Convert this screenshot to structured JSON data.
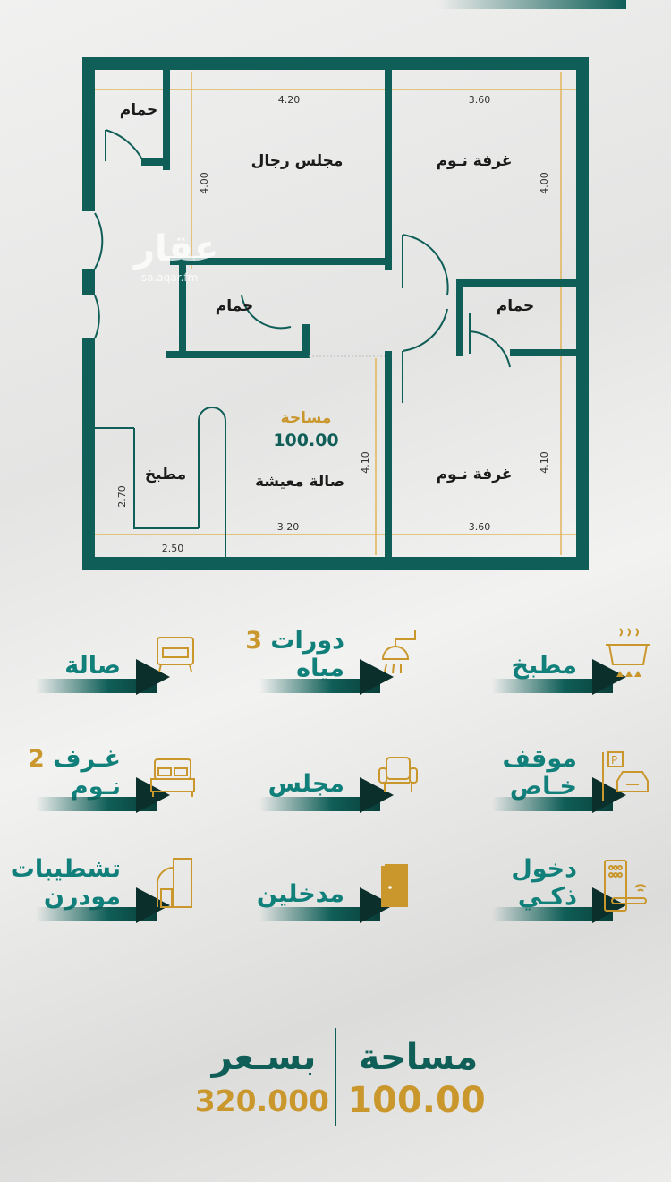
{
  "colors": {
    "wall": "#0f5e57",
    "accent_gold": "#c9972c",
    "text_teal": "#11807a"
  },
  "watermark": {
    "logo": "عقار",
    "site": "sa.aqar.fm"
  },
  "floor_plan": {
    "rooms": {
      "bath_top_left": "حمام",
      "majlis": "مجلس رجال",
      "bedroom_top": "غرفة نـوم",
      "bath_middle": "حمام",
      "bath_right": "حمام",
      "kitchen": "مطبخ",
      "living": "صالة معيشة",
      "bedroom_bottom": "غرفة نـوم"
    },
    "dimensions": {
      "majlis_width": "4.20",
      "majlis_height": "4.00",
      "bedroom_top_width": "3.60",
      "bedroom_top_height": "4.00",
      "living_width": "3.20",
      "living_height": "4.10",
      "bedroom_bottom_width": "3.60",
      "bedroom_bottom_height": "4.10",
      "kitchen_width": "2.50",
      "kitchen_height": "2.70"
    },
    "area_label": "مساحة",
    "area_value": "100.00"
  },
  "features": [
    {
      "icon": "sofa-icon",
      "line1": "صالة",
      "line2": "",
      "num": ""
    },
    {
      "icon": "shower-icon",
      "line1": "دورات",
      "line2": "مياه",
      "num": "3"
    },
    {
      "icon": "cooking-pot-icon",
      "line1": "مطبخ",
      "line2": "",
      "num": ""
    },
    {
      "icon": "bed-icon",
      "line1": "غـرف",
      "line2": "نـوم",
      "num": "2"
    },
    {
      "icon": "armchair-icon",
      "line1": "مجلس",
      "line2": "",
      "num": ""
    },
    {
      "icon": "parking-car-icon",
      "line1": "موقف",
      "line2": "خـاص",
      "num": ""
    },
    {
      "icon": "building-icon",
      "line1": "تشطيبات",
      "line2": "مودرن",
      "num": ""
    },
    {
      "icon": "door-icon",
      "line1": "مدخلين",
      "line2": "",
      "num": ""
    },
    {
      "icon": "smart-lock-icon",
      "line1": "دخول",
      "line2": "ذكـي",
      "num": ""
    }
  ],
  "summary": {
    "area_label": "مساحة",
    "area_value": "100.00",
    "price_label": "بسـعر",
    "price_value": "320.000"
  }
}
